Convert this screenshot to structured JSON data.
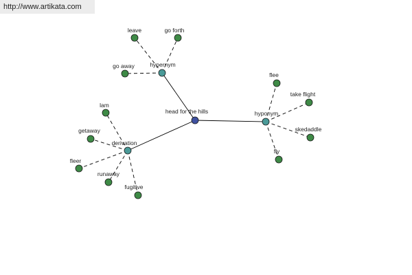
{
  "site_url": "http://www.artikata.com",
  "colors": {
    "center_node": "#3f51a0",
    "relation_node": "#4a9a98",
    "term_node": "#3e8a46",
    "solid_edge": "#000000",
    "dashed_edge": "#000000"
  },
  "graph": {
    "center": {
      "label": "head for the hills"
    },
    "relations": [
      {
        "label": "hypernym",
        "terms": [
          "leave",
          "go forth",
          "go away"
        ]
      },
      {
        "label": "hyponym",
        "terms": [
          "flee",
          "take flight",
          "skedaddle",
          "fly"
        ]
      },
      {
        "label": "derivation",
        "terms": [
          "lam",
          "getaway",
          "fleer",
          "runaway",
          "fugitive"
        ]
      }
    ]
  }
}
